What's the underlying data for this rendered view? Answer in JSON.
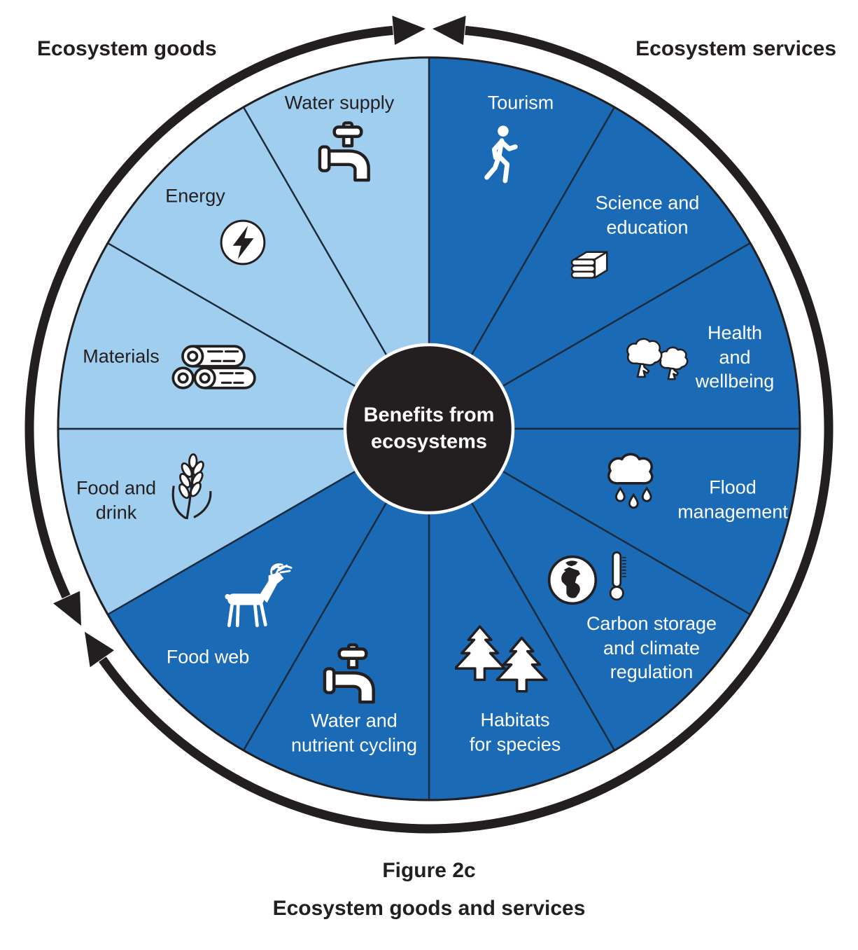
{
  "header": {
    "left": "Ecosystem goods",
    "right": "Ecosystem services"
  },
  "center": {
    "label": "Benefits from\necosystems",
    "bg_color": "#231F20",
    "text_color": "#FFFFFF"
  },
  "wheel": {
    "goods_color": "#A0CEEE",
    "services_color": "#1A6AB5",
    "divider_color": "#1B2A3C",
    "outline_color": "#231F20",
    "ring_color": "#231F20",
    "segments": [
      {
        "id": "tourism",
        "label": "Tourism",
        "icon": "walking-person-icon",
        "group": "services"
      },
      {
        "id": "science-education",
        "label": "Science and\neducation",
        "icon": "books-icon",
        "group": "services"
      },
      {
        "id": "health-wellbeing",
        "label": "Health\nand\nwellbeing",
        "icon": "trees-icon",
        "group": "services"
      },
      {
        "id": "flood-management",
        "label": "Flood\nmanagement",
        "icon": "rain-cloud-icon",
        "group": "services"
      },
      {
        "id": "carbon-climate",
        "label": "Carbon storage\nand climate\nregulation",
        "icon": "globe-thermometer-icon",
        "group": "services"
      },
      {
        "id": "habitats-species",
        "label": "Habitats\nfor species",
        "icon": "pine-trees-icon",
        "group": "services"
      },
      {
        "id": "water-nutrient",
        "label": "Water and\nnutrient cycling",
        "icon": "tap-icon",
        "group": "services"
      },
      {
        "id": "food-web",
        "label": "Food web",
        "icon": "deer-icon",
        "group": "services"
      },
      {
        "id": "food-drink",
        "label": "Food and\ndrink",
        "icon": "wheat-icon",
        "group": "goods"
      },
      {
        "id": "materials",
        "label": "Materials",
        "icon": "logs-icon",
        "group": "goods"
      },
      {
        "id": "energy",
        "label": "Energy",
        "icon": "lightning-icon",
        "group": "goods"
      },
      {
        "id": "water-supply",
        "label": "Water supply",
        "icon": "tap-icon",
        "group": "goods"
      }
    ]
  },
  "caption": {
    "figure": "Figure 2c",
    "title": "Ecosystem goods and services"
  }
}
